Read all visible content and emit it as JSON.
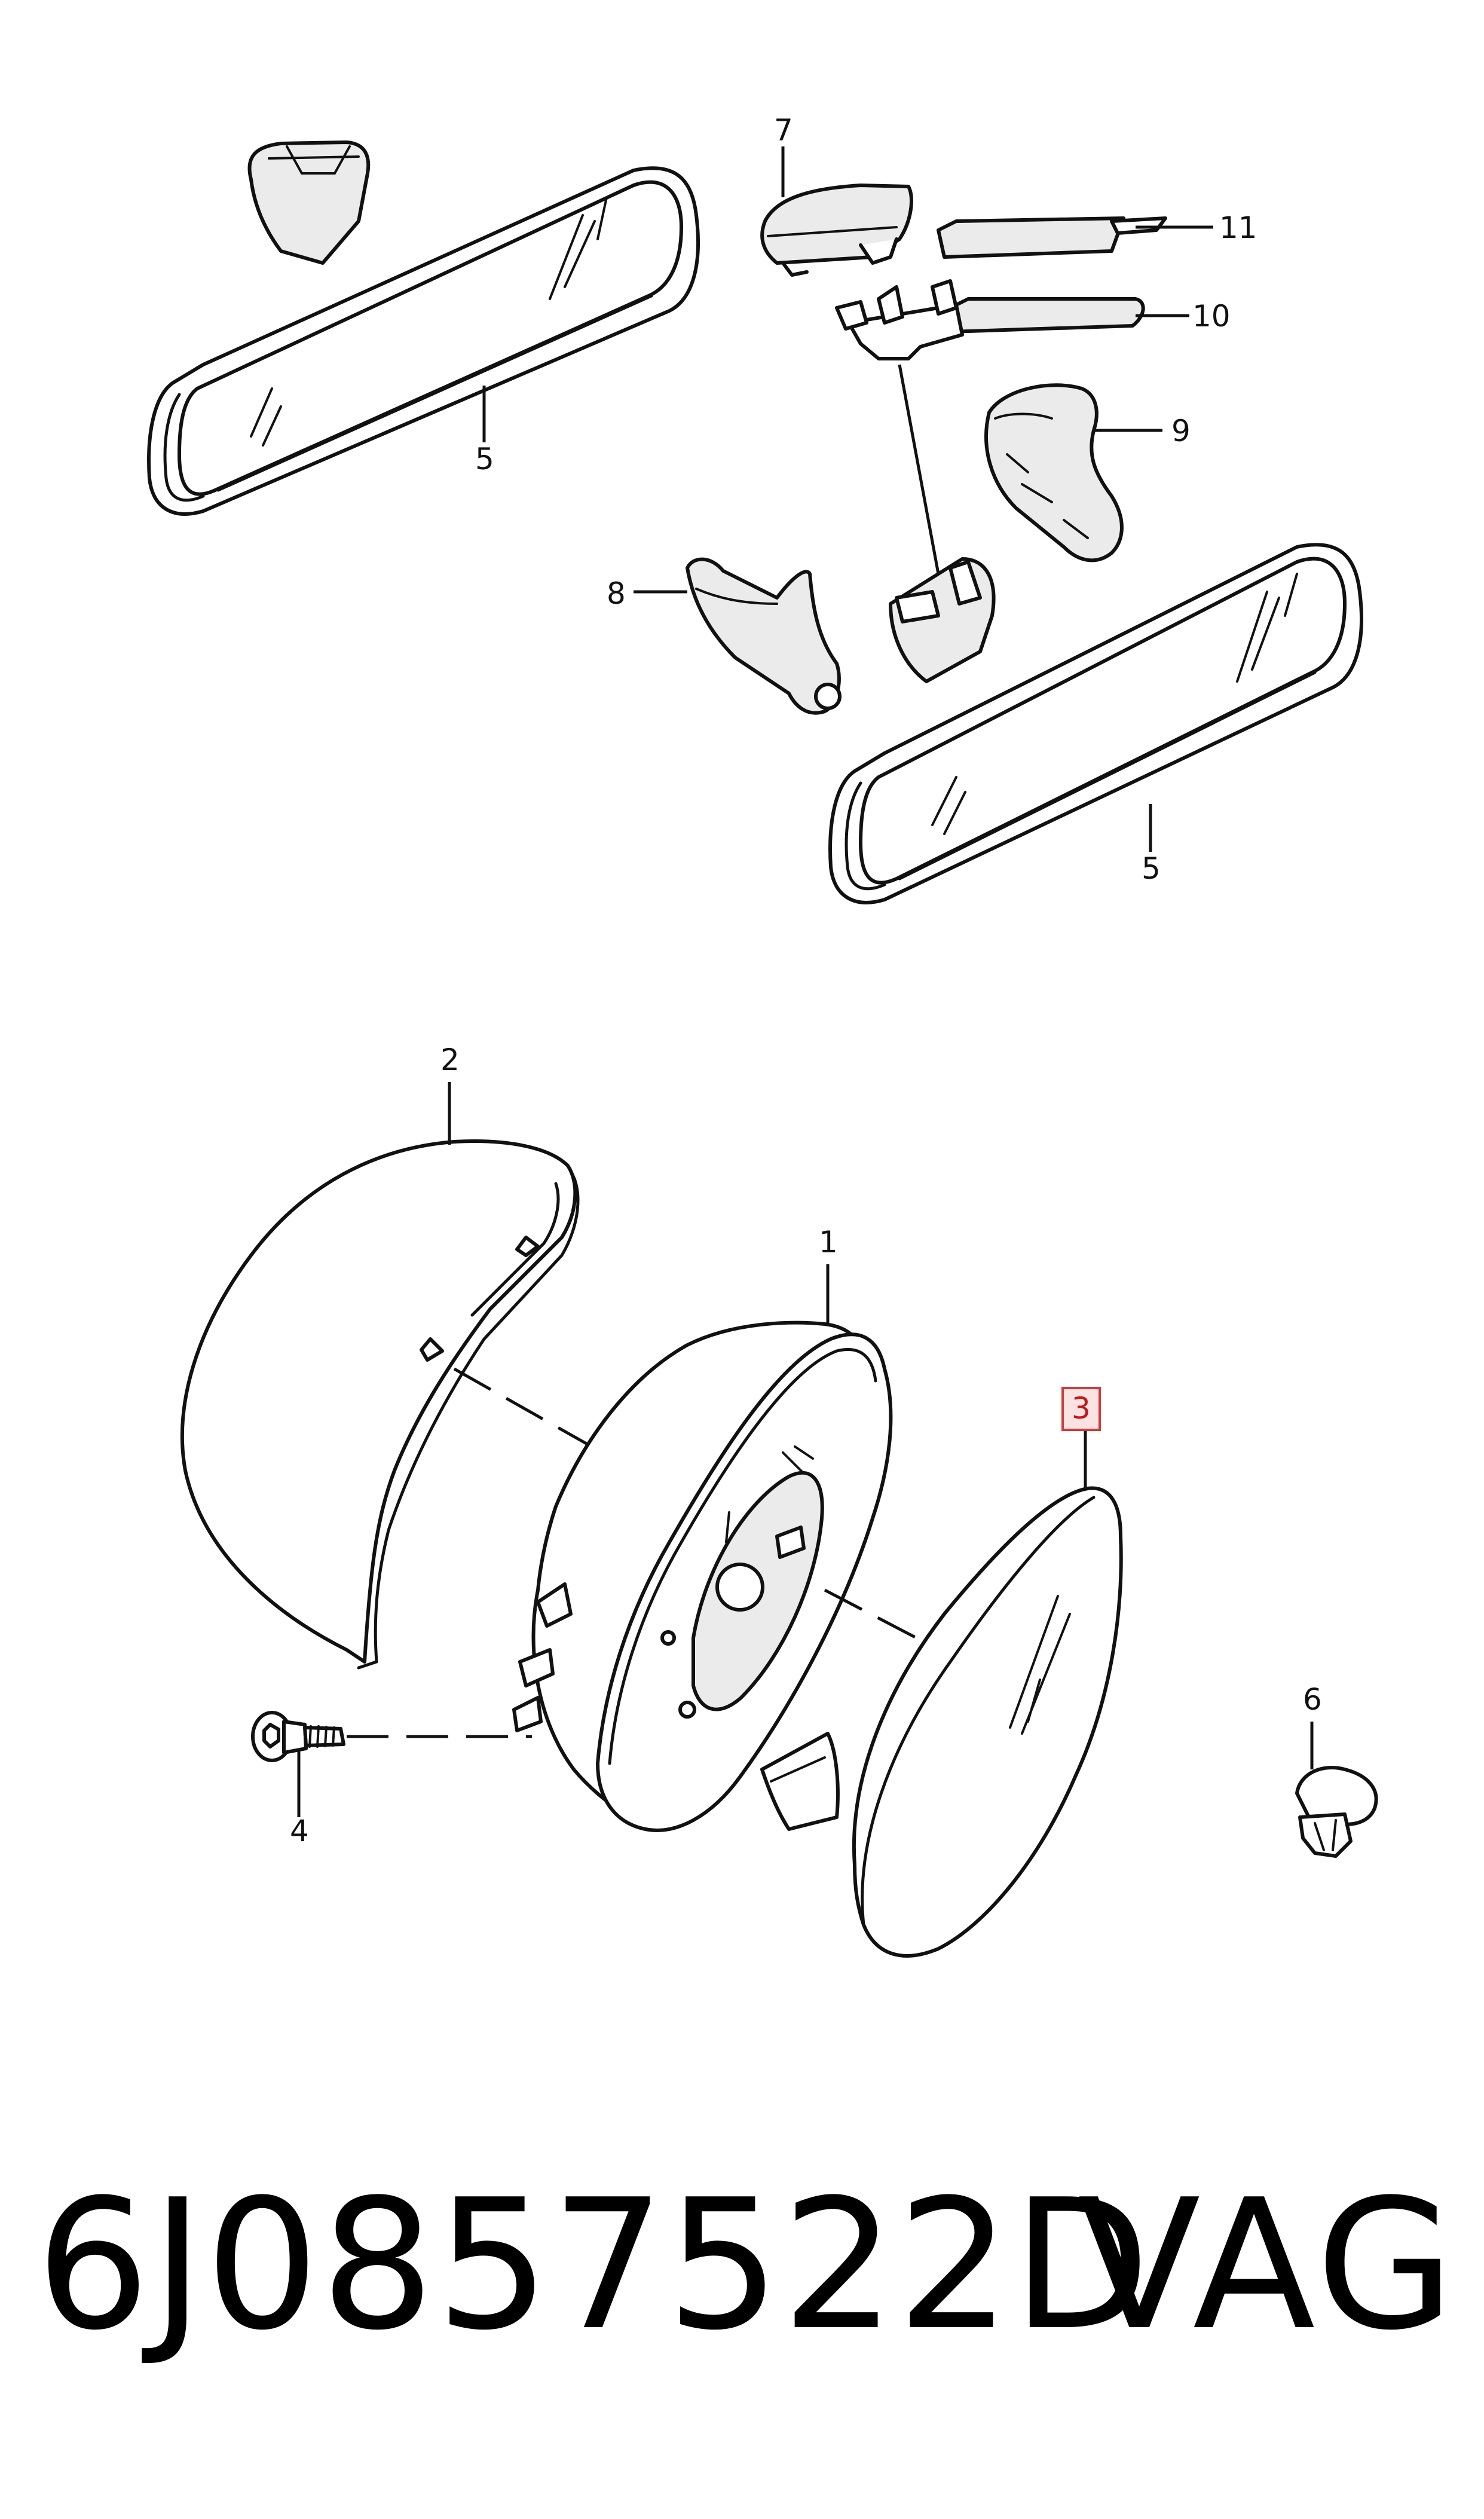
{
  "callouts": {
    "c1": "1",
    "c2": "2",
    "c3": "3",
    "c4": "4",
    "c5a": "5",
    "c5b": "5",
    "c6": "6",
    "c7": "7",
    "c8": "8",
    "c9": "9",
    "c10": "10",
    "c11": "11"
  },
  "highlighted_callout": "3",
  "colors": {
    "line": "#111111",
    "highlight_fill": "#fbe3e3",
    "highlight_stroke": "#d23a3a"
  },
  "footer": {
    "part_number": "6J0857522D",
    "brand": "VAG"
  }
}
